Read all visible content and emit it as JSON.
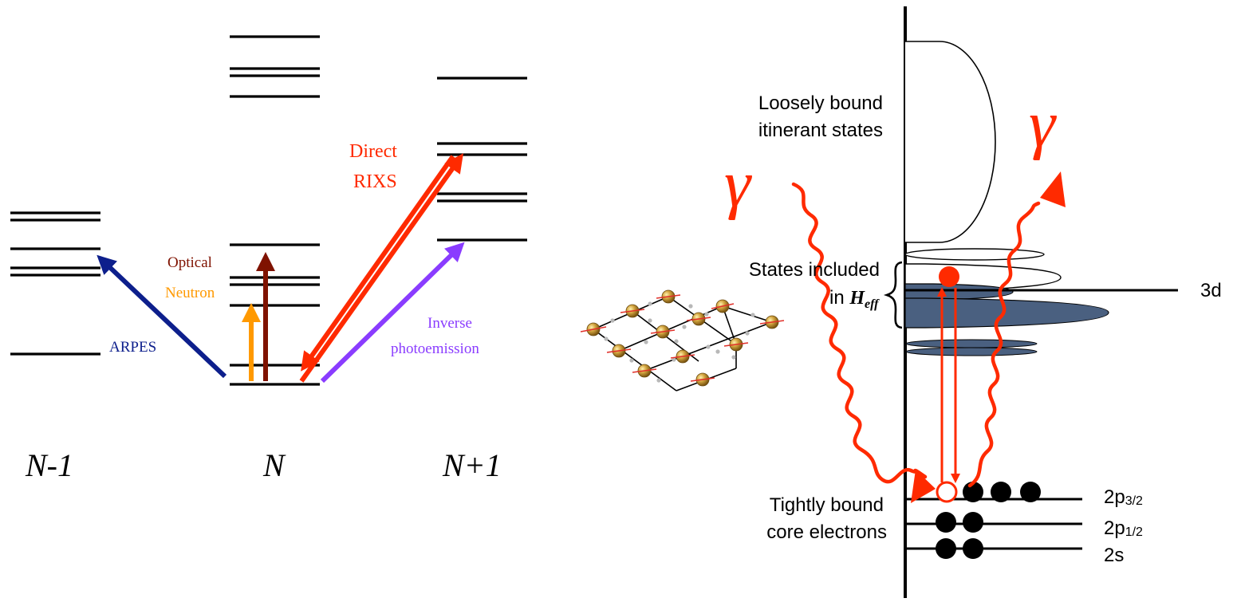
{
  "left_panel": {
    "columns": {
      "n_minus_1": "N-1",
      "n": "N",
      "n_plus_1": "N+1"
    },
    "transitions": {
      "arpes": "ARPES",
      "optical": "Optical",
      "neutron": "Neutron",
      "direct_rixs_line1": "Direct",
      "direct_rixs_line2": "RIXS",
      "inverse_line1": "Inverse",
      "inverse_line2": "photoemission"
    }
  },
  "right_panel": {
    "loosely_line1": "Loosely bound",
    "loosely_line2": "itinerant states",
    "states_line1": "States included",
    "states_line2_prefix": "in ",
    "heff_symbol": "H",
    "heff_subscript": "eff",
    "tightly_line1": "Tightly bound",
    "tightly_line2": "core electrons",
    "gamma_in": "γ",
    "gamma_out": "γ",
    "level_3d": "3d",
    "level_2p32": "2p",
    "level_2p32_sub": "3/2",
    "level_2p12": "2p",
    "level_2p12_sub": "1/2",
    "level_2s": "2s"
  },
  "colors": {
    "arpes": "#0d1f8c",
    "optical": "#7f1200",
    "neutron": "#ff9900",
    "rixs": "#ff2a00",
    "inverse": "#8a3cff",
    "shaded_band": "#4a6080"
  }
}
